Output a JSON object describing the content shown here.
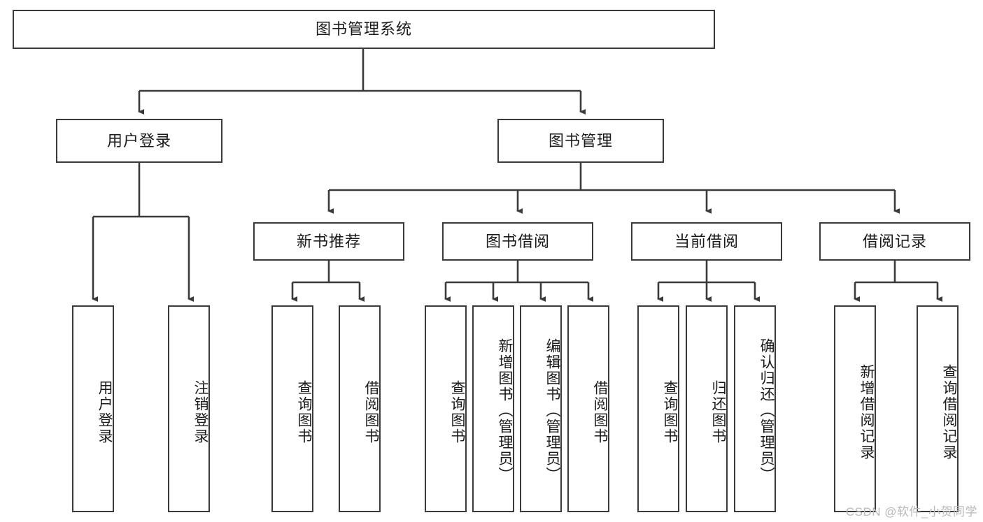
{
  "diagram": {
    "title": "图书管理系统",
    "watermark": "CSDN @软件_小贺同学",
    "colors": {
      "box_border": "#3a3a3a",
      "box_fill": "#ffffff",
      "edge": "#3a3a3a",
      "text": "#1a1a1a",
      "watermark": "#b9b9b9",
      "background": "#ffffff"
    },
    "root": {
      "label": "图书管理系统"
    },
    "level2": [
      {
        "label": "用户登录"
      },
      {
        "label": "图书管理"
      }
    ],
    "level3": [
      {
        "label": "新书推荐"
      },
      {
        "label": "图书借阅"
      },
      {
        "label": "当前借阅"
      },
      {
        "label": "借阅记录"
      }
    ],
    "leaves": {
      "user_login": [
        {
          "label": "用户登录"
        },
        {
          "label": "注销登录"
        }
      ],
      "new_book": [
        {
          "label": "查询图书"
        },
        {
          "label": "借阅图书"
        }
      ],
      "book_borrow": [
        {
          "label": "查询图书"
        },
        {
          "label": "新增图书（管理员）"
        },
        {
          "label": "编辑图书（管理员）"
        },
        {
          "label": "借阅图书"
        }
      ],
      "current_borrow": [
        {
          "label": "查询图书"
        },
        {
          "label": "归还图书"
        },
        {
          "label": "确认归还（管理员）"
        }
      ],
      "borrow_record": [
        {
          "label": "新增借阅记录"
        },
        {
          "label": "查询借阅记录"
        }
      ]
    }
  }
}
